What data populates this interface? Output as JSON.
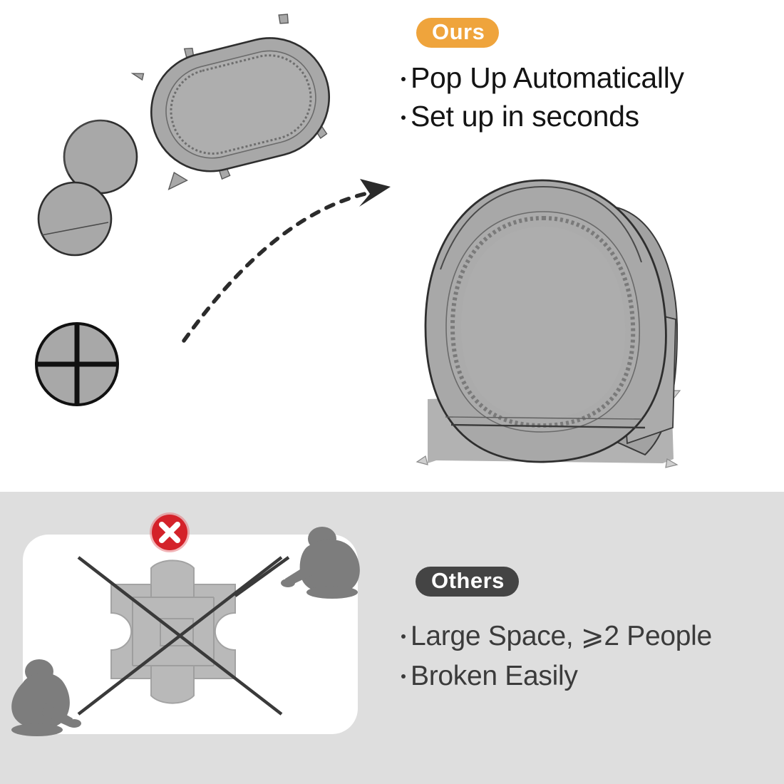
{
  "page": {
    "type": "product-comparison-infographic",
    "background_color": "#ffffff"
  },
  "top_section": {
    "background_color": "#ffffff",
    "badge": {
      "label": "Ours",
      "background_color": "#EFA43C",
      "text_color": "#ffffff"
    },
    "features": [
      {
        "text": "Pop Up Automatically"
      },
      {
        "text": "Set up in seconds"
      }
    ],
    "text_color": "#141414",
    "illustrations": {
      "folded_oval": {
        "name": "folded-tent-oval",
        "fill": "#a8a8a8"
      },
      "folded_circle_upper": {
        "name": "folded-tent-disc-upper",
        "fill": "#a8a8a8"
      },
      "folded_circle_lower": {
        "name": "folded-tent-disc-lower",
        "fill": "#a8a8a8"
      },
      "pole_circle": {
        "name": "crossed-pole-circle",
        "fill": "#a8a8a8"
      },
      "arrow": {
        "name": "dashed-curved-arrow",
        "style": "dashed",
        "color": "#2b2b2b"
      },
      "tent": {
        "name": "popup-tent-assembled",
        "fill": "#a8a8a8",
        "outline": "#3a3a3a"
      }
    }
  },
  "bottom_section": {
    "background_color": "#dedede",
    "card_background_color": "#ffffff",
    "badge": {
      "label": "Others",
      "background_color": "#444444",
      "text_color": "#ffffff"
    },
    "features": [
      {
        "text": "Large Space, ⩾2 People"
      },
      {
        "text": "Broken Easily"
      }
    ],
    "text_color": "#3b3b3b",
    "illustrations": {
      "x_badge": {
        "name": "red-x-prohibition-badge",
        "background_color": "#D4222A",
        "mark_color": "#ffffff",
        "symbol": "✕"
      },
      "tent_frame": {
        "name": "manual-tent-frame-topdown",
        "fill": "#b8b8b8"
      },
      "cross_poles": {
        "name": "crossing-poles",
        "color": "#3a3a3a"
      },
      "person_top_right": {
        "name": "person-silhouette-assembling",
        "fill": "#7d7d7d"
      },
      "person_bottom_left": {
        "name": "person-silhouette-assembling",
        "fill": "#7d7d7d"
      }
    }
  }
}
